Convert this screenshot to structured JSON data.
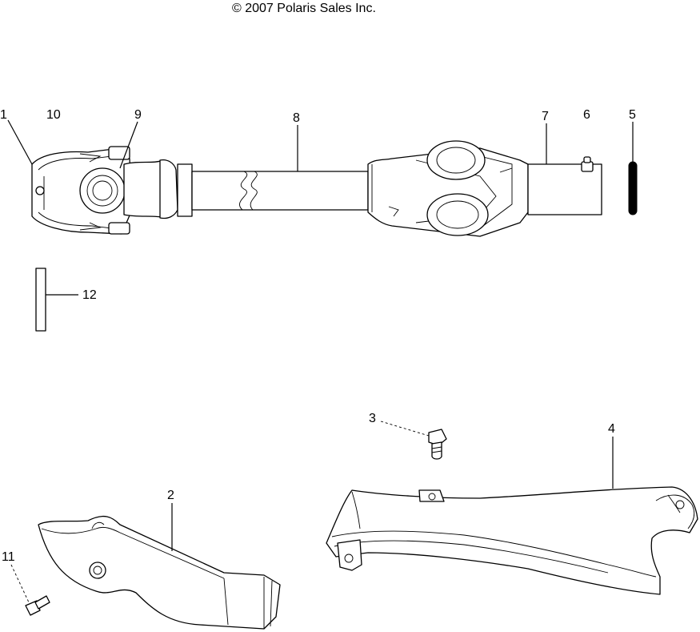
{
  "copyright": "© 2007 Polaris Sales Inc.",
  "callouts": {
    "c1": "1",
    "c2": "2",
    "c3": "3",
    "c4": "4",
    "c5": "5",
    "c6": "6",
    "c7": "7",
    "c8": "8",
    "c9": "9",
    "c10": "10",
    "c11": "11",
    "c12": "12"
  }
}
